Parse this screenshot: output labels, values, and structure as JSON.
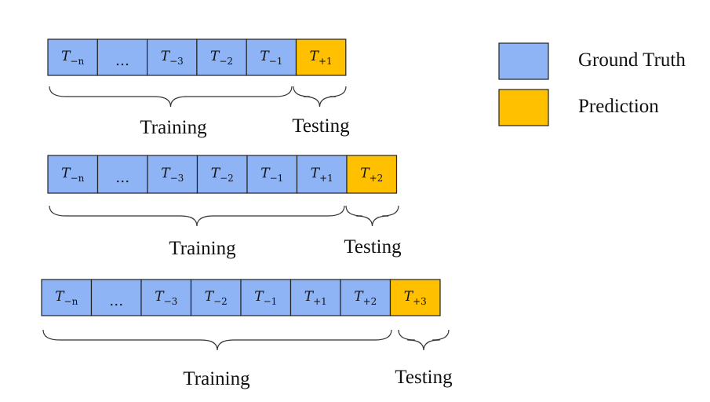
{
  "colors": {
    "ground_truth": "#8EB4F5",
    "prediction": "#FFC000"
  },
  "legend": [
    {
      "label": "Ground Truth",
      "color_key": "ground_truth"
    },
    {
      "label": "Prediction",
      "color_key": "prediction"
    }
  ],
  "rows": [
    {
      "cells": [
        {
          "base": "T",
          "sub": "−n",
          "kind": "ground_truth"
        },
        {
          "base": "…",
          "sub": "",
          "kind": "ground_truth"
        },
        {
          "base": "T",
          "sub": "−3",
          "kind": "ground_truth"
        },
        {
          "base": "T",
          "sub": "−2",
          "kind": "ground_truth"
        },
        {
          "base": "T",
          "sub": "−1",
          "kind": "ground_truth"
        },
        {
          "base": "T",
          "sub": "+1",
          "kind": "prediction"
        }
      ],
      "training_label": "Training",
      "testing_label": "Testing"
    },
    {
      "cells": [
        {
          "base": "T",
          "sub": "−n",
          "kind": "ground_truth"
        },
        {
          "base": "…",
          "sub": "",
          "kind": "ground_truth"
        },
        {
          "base": "T",
          "sub": "−3",
          "kind": "ground_truth"
        },
        {
          "base": "T",
          "sub": "−2",
          "kind": "ground_truth"
        },
        {
          "base": "T",
          "sub": "−1",
          "kind": "ground_truth"
        },
        {
          "base": "T",
          "sub": "+1",
          "kind": "ground_truth"
        },
        {
          "base": "T",
          "sub": "+2",
          "kind": "prediction"
        }
      ],
      "training_label": "Training",
      "testing_label": "Testing"
    },
    {
      "cells": [
        {
          "base": "T",
          "sub": "−n",
          "kind": "ground_truth"
        },
        {
          "base": "…",
          "sub": "",
          "kind": "ground_truth"
        },
        {
          "base": "T",
          "sub": "−3",
          "kind": "ground_truth"
        },
        {
          "base": "T",
          "sub": "−2",
          "kind": "ground_truth"
        },
        {
          "base": "T",
          "sub": "−1",
          "kind": "ground_truth"
        },
        {
          "base": "T",
          "sub": "+1",
          "kind": "ground_truth"
        },
        {
          "base": "T",
          "sub": "+2",
          "kind": "ground_truth"
        },
        {
          "base": "T",
          "sub": "+3",
          "kind": "prediction"
        }
      ],
      "training_label": "Training",
      "testing_label": "Testing"
    }
  ]
}
